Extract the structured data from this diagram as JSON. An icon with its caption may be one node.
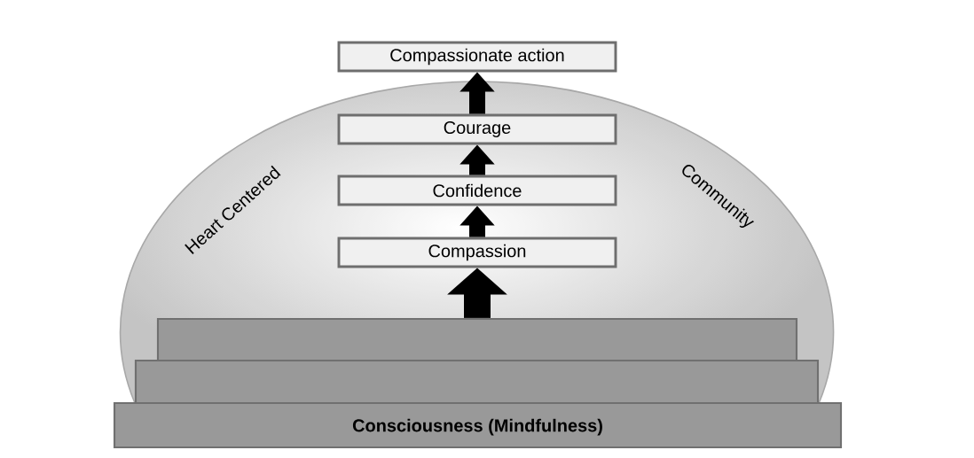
{
  "diagram": {
    "nodes": [
      {
        "text": [
          "Heart Centered",
          "Community"
        ]
      },
      {
        "text": [
          "Compassionate action"
        ]
      },
      {
        "text": [
          "Courage"
        ],
        "in": 0
      },
      {
        "text": [
          "Confidence"
        ],
        "in": 0
      },
      {
        "text": [
          "Compassion"
        ],
        "in": 0
      },
      {
        "text": [],
        "shape": "bar",
        "in": 0
      },
      {
        "text": [],
        "shape": "bar",
        "in": 0
      },
      {
        "text": [
          "Consciousness (Mindfulness)"
        ]
      }
    ],
    "edges": [
      {
        "from": 5,
        "to": 4,
        "arrow": "to"
      },
      {
        "from": 4,
        "to": 3,
        "arrow": "to"
      },
      {
        "from": 3,
        "to": 2,
        "arrow": "to"
      },
      {
        "from": 2,
        "to": 1,
        "arrow": "to"
      }
    ]
  }
}
